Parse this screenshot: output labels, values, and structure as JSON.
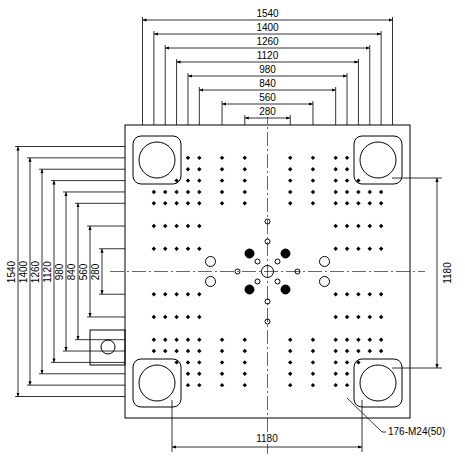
{
  "diagram": {
    "labels": [
      "1540",
      "1400",
      "1260",
      "1120",
      "980",
      "840",
      "560",
      "280",
      "1540",
      "1400",
      "1260",
      "1120",
      "980",
      "840",
      "560",
      "280",
      "1180",
      "1180",
      "176-M24(50)"
    ]
  }
}
